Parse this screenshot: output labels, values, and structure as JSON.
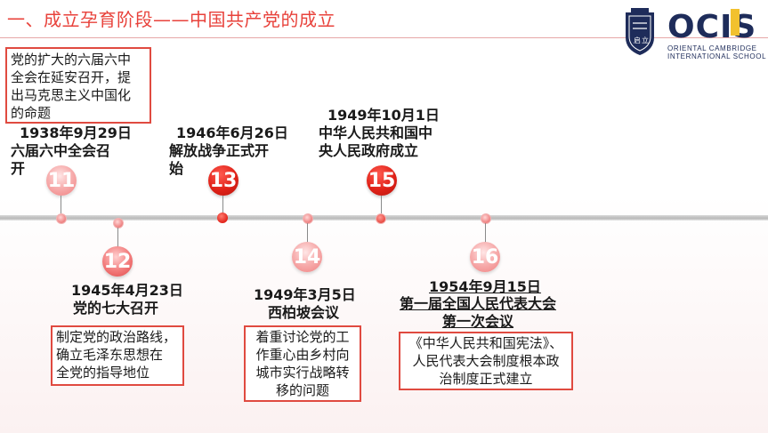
{
  "header": {
    "title": "一、成立孕育阶段——中国共产党的成立",
    "logo": {
      "name": "OCIS",
      "sub1": "ORIENTAL CAMBRIDGE",
      "sub2": "INTERNATIONAL SCHOOL",
      "shield_text": "启 立"
    }
  },
  "note_box": {
    "text_lines": [
      "党的扩大的六届六中",
      "全会在延安召开，提",
      "出马克思主义中国化",
      "的命题"
    ]
  },
  "events": [
    {
      "num": "11",
      "date": "1938年9月29日",
      "desc": "六届六中全会召开"
    },
    {
      "num": "12",
      "date": "1945年4月23日",
      "desc": "党的七大召开",
      "detail_lines": [
        "制定党的政治路线，",
        "确立毛泽东思想在",
        "全党的指导地位"
      ]
    },
    {
      "num": "13",
      "date": "1946年6月26日",
      "desc": "解放战争正式开始"
    },
    {
      "num": "14",
      "date": "1949年3月5日",
      "desc": "西柏坡会议",
      "detail_lines": [
        "着重讨论党的工",
        "作重心由乡村向",
        "城市实行战略转",
        "移的问题"
      ]
    },
    {
      "num": "15",
      "date": "1949年10月1日",
      "desc": "中华人民共和国中央人民政府成立"
    },
    {
      "num": "16",
      "date": "1954年9月15日",
      "desc_lines": [
        "第一届全国人民代表大会",
        "第一次会议"
      ],
      "detail_lines": [
        "《中华人民共和国宪法》、",
        "人民代表大会制度根本政",
        "治制度正式建立"
      ]
    }
  ],
  "colors": {
    "accent": "#e8423b",
    "box_border": "#e04a40",
    "brand_navy": "#1e2c5a",
    "brand_yellow": "#f2c12e"
  }
}
